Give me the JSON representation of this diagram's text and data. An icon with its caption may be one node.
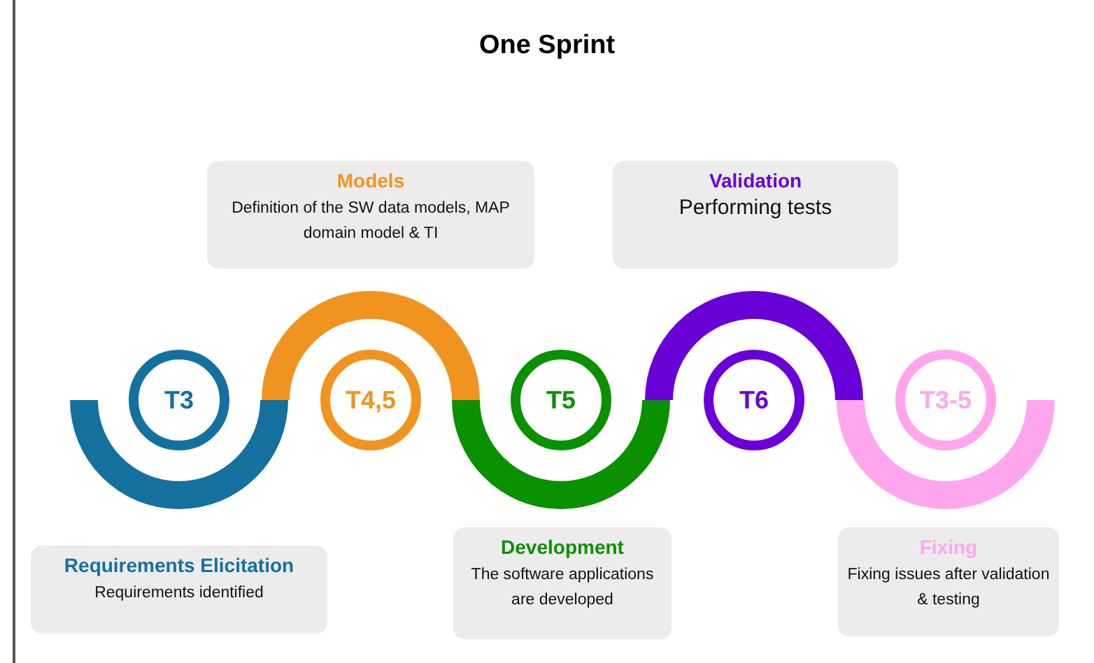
{
  "diagram": {
    "title": "One Sprint",
    "nodes": [
      {
        "text": [
          "Models",
          "Definition of the SW data models, MAP domain model & TI"
        ]
      },
      {
        "text": [
          "Validation",
          "Performing tests"
        ]
      },
      {
        "text": [
          "T3"
        ]
      },
      {
        "text": [
          "T4,5"
        ]
      },
      {
        "text": [
          "T5"
        ]
      },
      {
        "text": [
          "T6"
        ]
      },
      {
        "text": [
          "T3-5"
        ]
      },
      {
        "text": [
          "Requirements Elicitation",
          "Requirements identified"
        ]
      },
      {
        "text": [
          "Development",
          "The software applications are developed"
        ]
      },
      {
        "text": [
          "Fixing",
          "Fixing issues after validation & testing"
        ]
      }
    ]
  }
}
